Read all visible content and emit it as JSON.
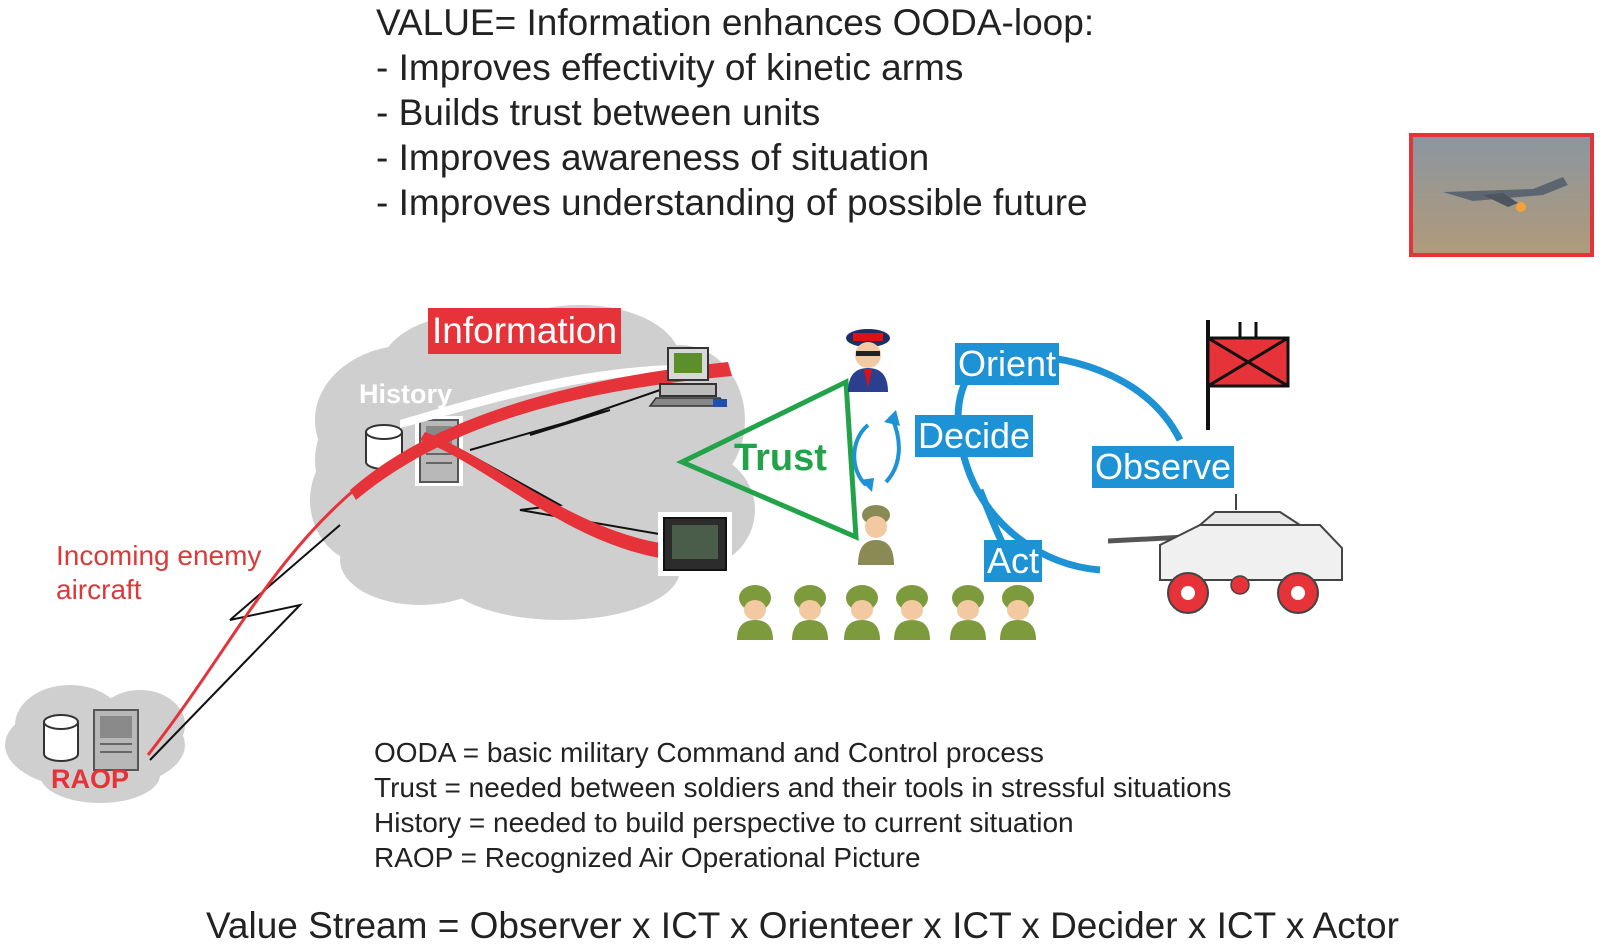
{
  "header": {
    "line1": "VALUE= Information enhances OODA-loop:",
    "line2": "- Improves effectivity of kinetic arms",
    "line3": "- Builds trust between units",
    "line4": "- Improves awareness of situation",
    "line5": "- Improves understanding of possible future"
  },
  "diagram": {
    "information_label": "Information",
    "history_label": "History",
    "raop_label": "RAOP",
    "enemy_line1": "Incoming enemy",
    "enemy_line2": "aircraft",
    "trust_label": "Trust",
    "ooda": {
      "orient": "Orient",
      "decide": "Decide",
      "observe": "Observe",
      "act": "Act"
    }
  },
  "definitions": {
    "ooda": "OODA = basic military Command and Control process",
    "trust": "Trust = needed between soldiers and their tools in stressful situations",
    "history": "History = needed to build perspective to current situation",
    "raop": "RAOP = Recognized Air Operational Picture"
  },
  "value_stream": "Value Stream = Observer x ICT x Orienteer x ICT x Decider x ICT x Actor",
  "colors": {
    "red": "#e63239",
    "blue": "#1d92d4",
    "green": "#22a34a",
    "cloud": "#cfcfcf",
    "soldier": "#7d9a3c"
  }
}
